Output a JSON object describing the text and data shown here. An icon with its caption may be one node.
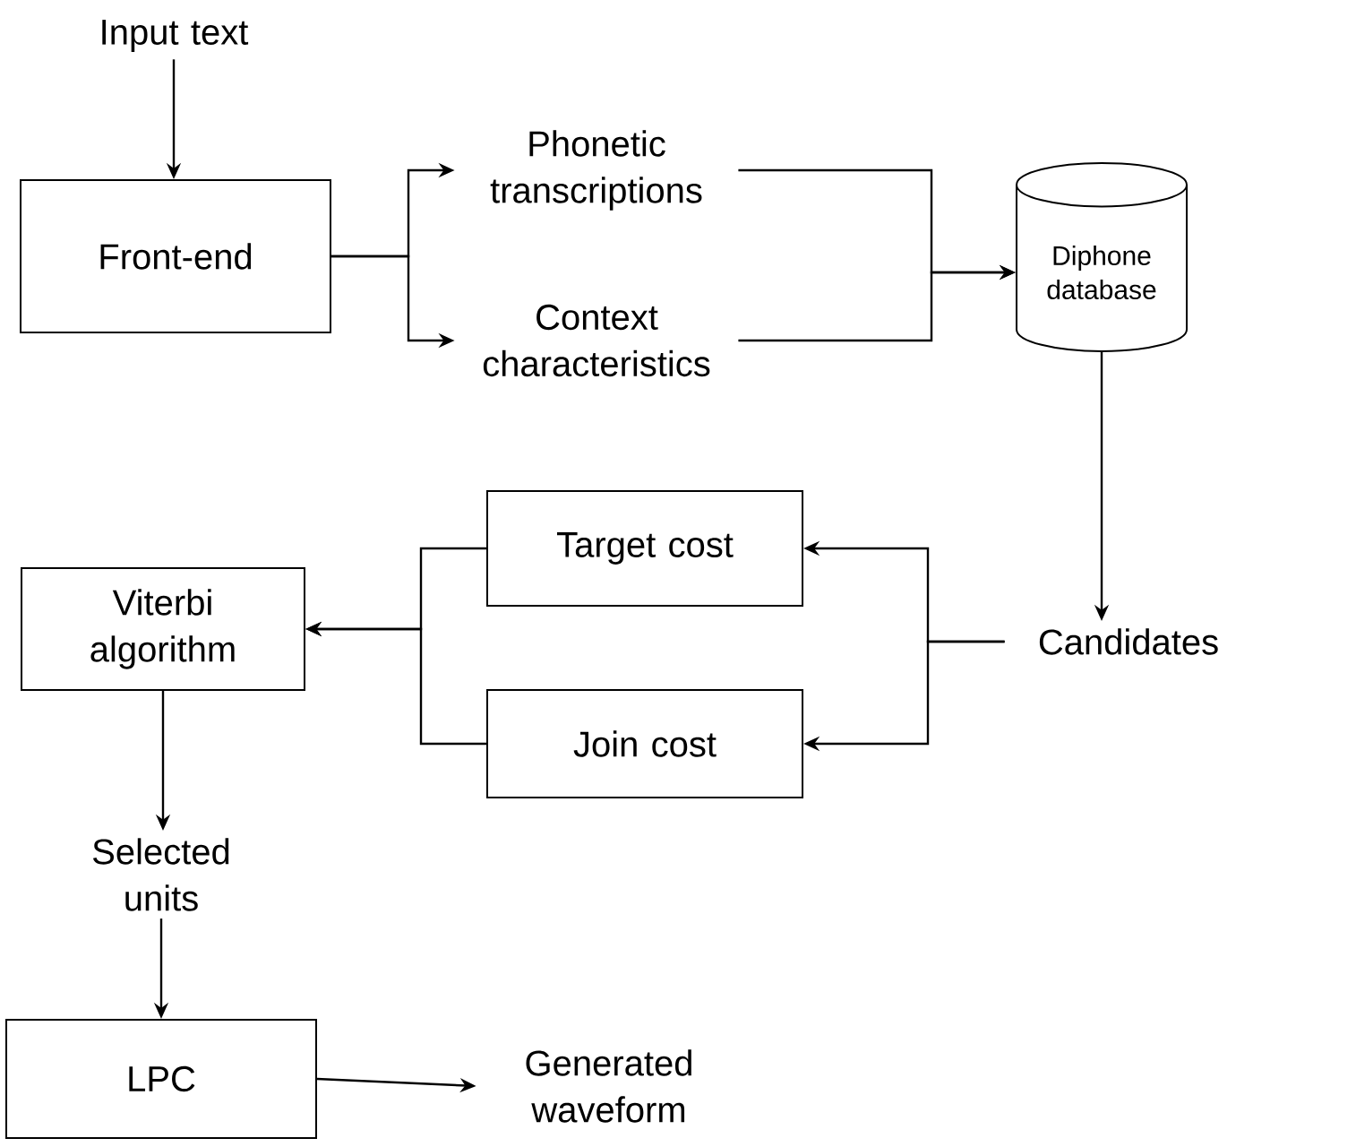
{
  "diagram": {
    "nodes": [
      {
        "text": [
          "Input text"
        ]
      },
      {
        "text": [
          "Front-end"
        ]
      },
      {
        "text": [
          "Phonetic transcriptions"
        ]
      },
      {
        "text": [
          "Context characteristics"
        ]
      },
      {
        "text": [
          "Diphone database"
        ]
      },
      {
        "text": [
          "Target cost"
        ]
      },
      {
        "text": [
          "Join cost"
        ]
      },
      {
        "text": [
          "Viterbi algorithm"
        ]
      },
      {
        "text": [
          "Candidates"
        ]
      },
      {
        "text": [
          "Selected units"
        ]
      },
      {
        "text": [
          "LPC"
        ]
      },
      {
        "text": [
          "Generated waveform"
        ]
      }
    ],
    "edges": [
      {
        "from": 0,
        "to": 1,
        "arrow": "to"
      },
      {
        "from": 1,
        "to": 2,
        "arrow": "to"
      },
      {
        "from": 1,
        "to": 3,
        "arrow": "to"
      },
      {
        "from": 2,
        "to": 4,
        "arrow": "to"
      },
      {
        "from": 3,
        "to": 4,
        "arrow": "to"
      },
      {
        "from": 4,
        "to": 8,
        "arrow": "to"
      },
      {
        "from": 8,
        "to": 5,
        "arrow": "to"
      },
      {
        "from": 8,
        "to": 6,
        "arrow": "to"
      },
      {
        "from": 5,
        "to": 7,
        "arrow": "to"
      },
      {
        "from": 6,
        "to": 7,
        "arrow": "to"
      },
      {
        "from": 7,
        "to": 9,
        "arrow": "to"
      },
      {
        "from": 9,
        "to": 10,
        "arrow": "to"
      },
      {
        "from": 10,
        "to": 11,
        "arrow": "to"
      }
    ]
  }
}
